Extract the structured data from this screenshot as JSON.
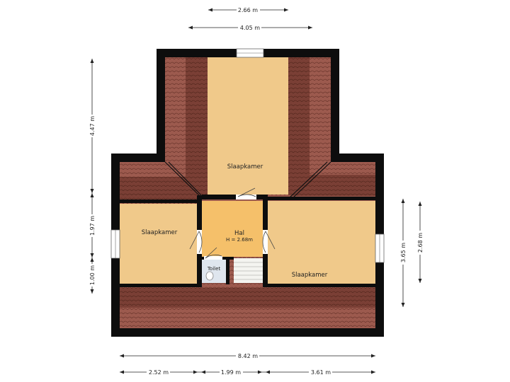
{
  "rooms": {
    "top_bedroom": "Slaapkamer",
    "left_bedroom": "Slaapkamer",
    "right_bedroom": "Slaapkamer",
    "hall": "Hal",
    "hall_height": "H = 2.68m",
    "toilet": "Toilet"
  },
  "dimensions": {
    "top_inner_width": "2.66 m",
    "top_outer_width": "4.05 m",
    "left_top": "4.47 m",
    "left_middle": "1.97 m",
    "left_bottom": "1.00 m",
    "right_outer": "3.65 m",
    "right_inner": "2.68 m",
    "bottom_total": "8.42 m",
    "bottom_left": "2.52 m",
    "bottom_middle": "1.99 m",
    "bottom_right": "3.61 m"
  },
  "colors": {
    "wall": "#0d0d0d",
    "roof_tile": "#9c5a4e",
    "roof_tile_dark": "#7a3f35",
    "bedroom_floor": "#f0c98a",
    "hall_floor": "#f5c06a",
    "toilet_floor": "#dfe6ee"
  }
}
